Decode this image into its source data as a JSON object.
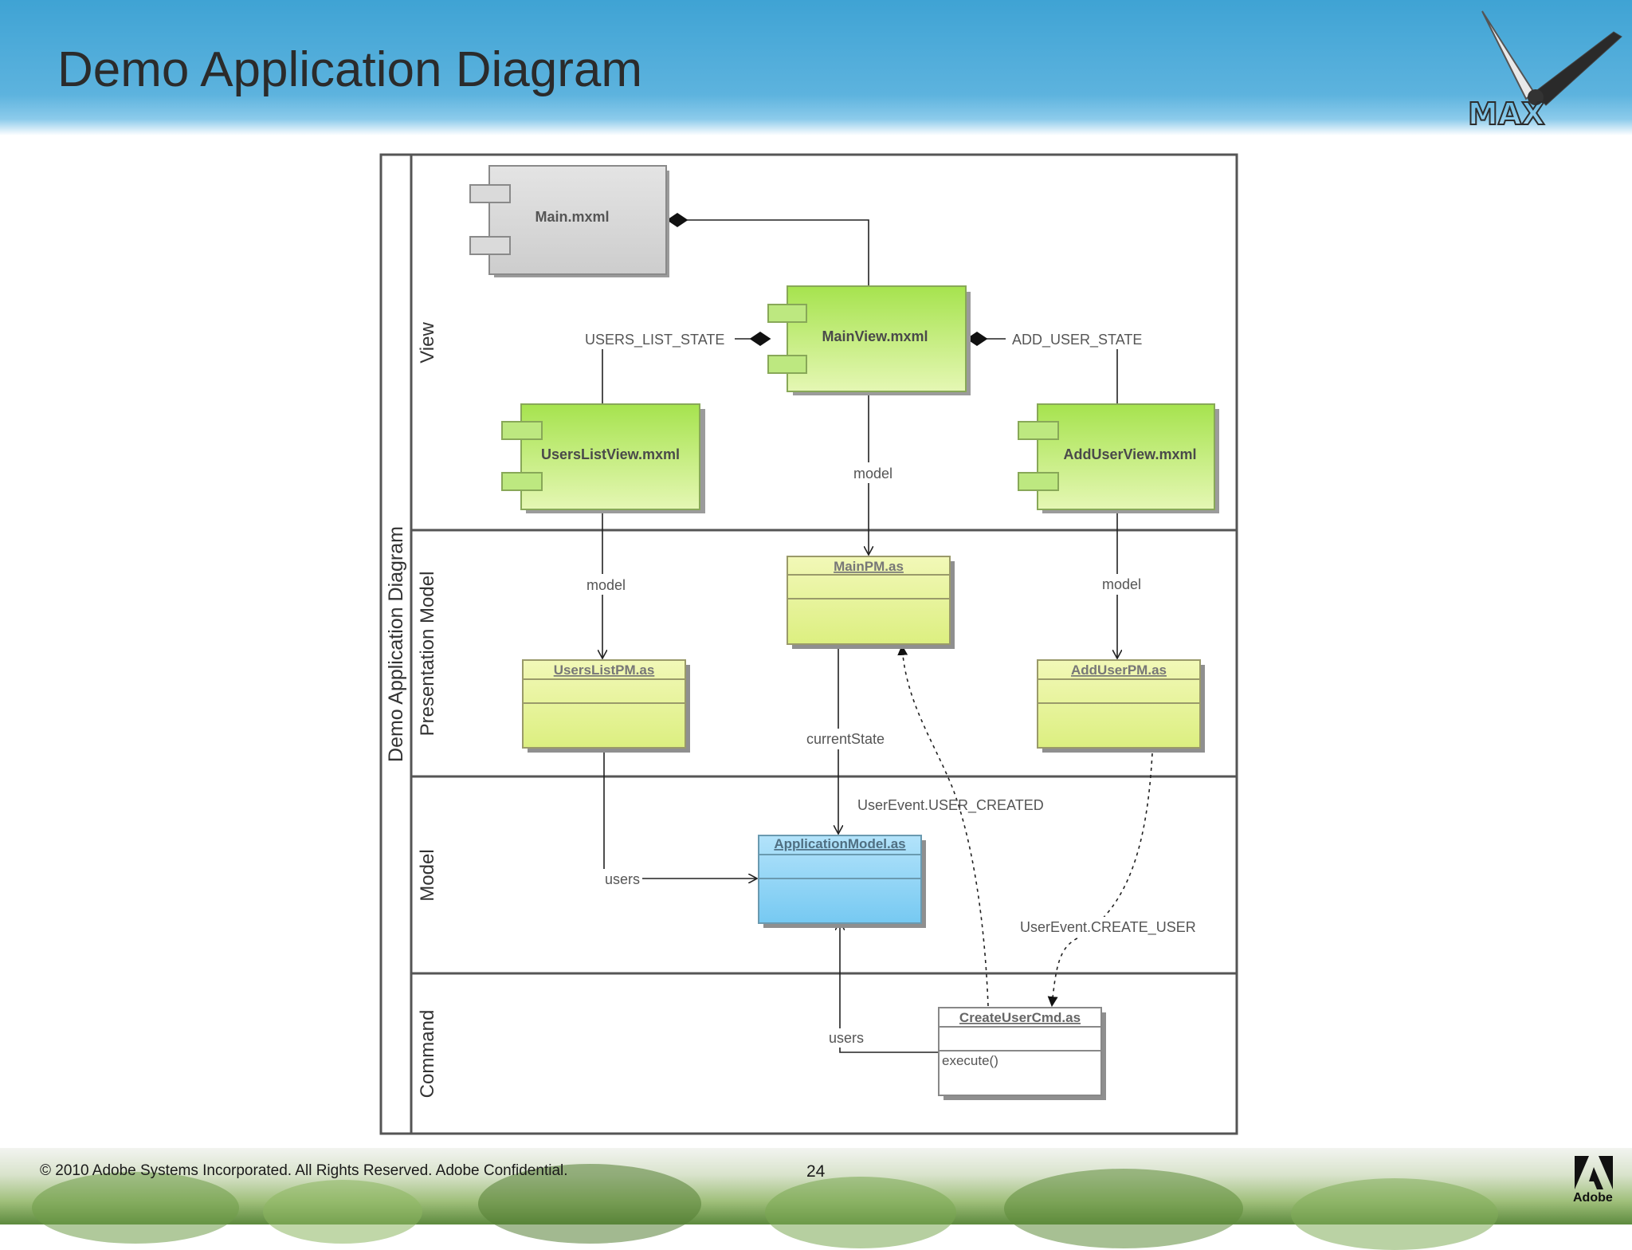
{
  "slide": {
    "title": "Demo Application Diagram",
    "footer": {
      "copyright": "© 2010 Adobe Systems Incorporated.  All Rights Reserved.  Adobe Confidential.",
      "page_number": "24",
      "adobe_label": "Adobe"
    }
  },
  "diagram": {
    "frame_title": "Demo Application Diagram",
    "lanes": [
      "View",
      "Presentation Model",
      "Model",
      "Command"
    ],
    "components": {
      "main": "Main.mxml",
      "main_view": "MainView.mxml",
      "users_list_view": "UsersListView.mxml",
      "add_user_view": "AddUserView.mxml"
    },
    "classes": {
      "main_pm": "MainPM.as",
      "users_list_pm": "UsersListPM.as",
      "add_user_pm": "AddUserPM.as",
      "application_model": "ApplicationModel.as",
      "create_user_cmd": "CreateUserCmd.as",
      "create_user_cmd_method": "execute()"
    },
    "labels": {
      "users_list_state": "USERS_LIST_STATE",
      "add_user_state": "ADD_USER_STATE",
      "model_main": "model",
      "model_users_list": "model",
      "model_add_user": "model",
      "current_state": "currentState",
      "user_created": "UserEvent.USER_CREATED",
      "users_to_model": "users",
      "create_user": "UserEvent.CREATE_USER",
      "users_from_cmd": "users"
    },
    "colors": {
      "component_gray": "#d9d9d9",
      "component_green": "#b8e86a",
      "class_yellow": "#ecf59a",
      "class_blue": "#8fd4f6",
      "class_white": "#ffffff"
    }
  }
}
